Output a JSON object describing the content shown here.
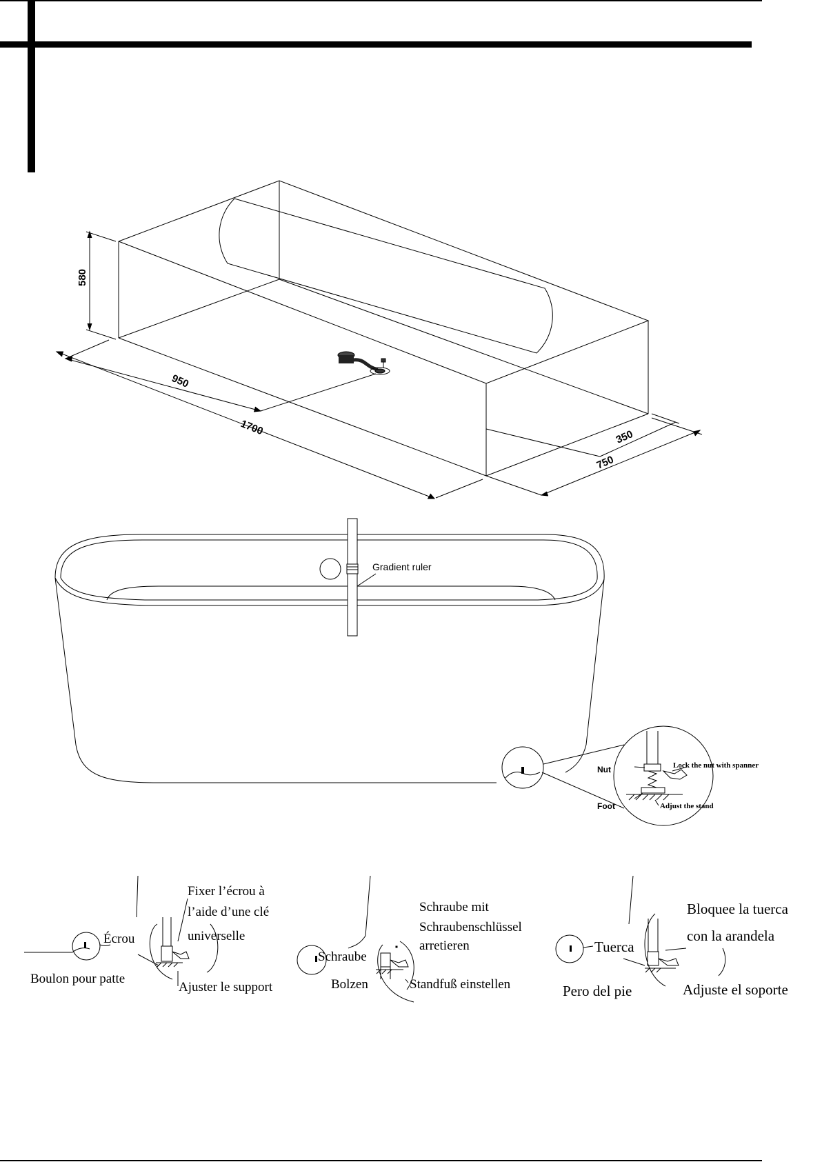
{
  "dimensions": {
    "height": "580",
    "drain_offset": "950",
    "length": "1700",
    "drain_side_offset": "350",
    "width": "750"
  },
  "tub_view": {
    "gradient_ruler_label": "Gradient ruler"
  },
  "detail_en": {
    "nut": "Nut",
    "lock": "Lock the nut with spanner",
    "foot": "Foot",
    "adjust": "Adjust the stand"
  },
  "detail_fr": {
    "fix_line1": "Fixer l’écrou à",
    "fix_line2": "l’aide d’une clé",
    "fix_line3": "universelle",
    "nut": "Écrou",
    "bolt": "Boulon pour patte",
    "adjust": "Ajuster le support"
  },
  "detail_de": {
    "fix_line1": "Schraube mit",
    "fix_line2": "Schraubenschlüssel",
    "fix_line3": "arretieren",
    "nut": "Schraube",
    "bolt": "Bolzen",
    "adjust": "Standfuß einstellen"
  },
  "detail_es": {
    "fix_line1": "Bloquee la tuerca",
    "fix_line2": "con la arandela",
    "nut": "Tuerca",
    "bolt": "Pero del pie",
    "adjust": "Adjuste el soporte"
  }
}
